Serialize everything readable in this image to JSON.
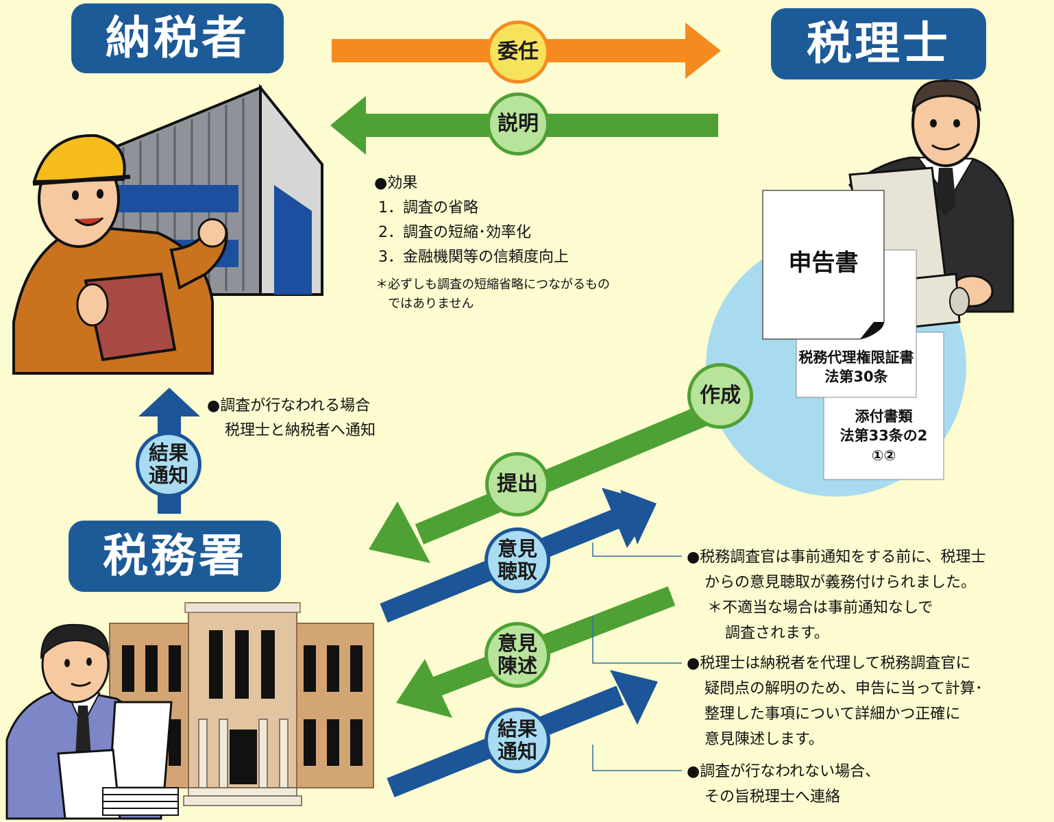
{
  "roles": {
    "taxpayer": "納税者",
    "tax_accountant": "税理士",
    "tax_office": "税務署"
  },
  "arrows": {
    "entrust": "委任",
    "explain": "説明",
    "create": "作成",
    "submit": "提出",
    "hearing": "意見\n聴取",
    "statement": "意見\n陳述",
    "result_notice_office": "結果\n通知",
    "result_notice_taxpayer": "結果\n通知"
  },
  "documents": {
    "return": "申告書",
    "power_of_attorney": "税務代理権限証書\n法第30条",
    "attachments": "添付書類\n法第33条の2\n①②"
  },
  "effects": {
    "heading": "●効果",
    "items": [
      "1．調査の省略",
      "2．調査の短縮･効率化",
      "3．金融機関等の信頼度向上"
    ],
    "note_line1": "＊必ずしも調査の短縮省略につながるもの",
    "note_line2": "ではありません"
  },
  "investigation_notice": {
    "line1": "●調査が行なわれる場合",
    "line2": "税理士と納税者へ通知"
  },
  "notes": {
    "hearing": {
      "line1": "●税務調査官は事前通知をする前に、税理士",
      "line2": "からの意見聴取が義務付けられました。",
      "line3": "＊不適当な場合は事前通知なしで",
      "line4": "調査されます。"
    },
    "statement": {
      "line1": "●税理士は納税者を代理して税務調査官に",
      "line2": "疑問点の解明のため、申告に当って計算･",
      "line3": "整理した事項について詳細かつ正確に",
      "line4": "意見陳述します。"
    },
    "no_investigation": {
      "line1": "●調査が行なわれない場合、",
      "line2": "その旨税理士へ連絡"
    }
  },
  "icons": [
    "taxpayer-worker-icon",
    "factory-icon",
    "tax-accountant-icon",
    "computer-icon",
    "tax-office-building-icon",
    "tax-officer-icon"
  ],
  "colors": {
    "background": "#fdfbd0",
    "role_box": "#1d5a98",
    "orange_arrow": "#f58a1f",
    "green_arrow": "#4ea134",
    "blue_arrow": "#1c5598",
    "green_pill": "#b7e39a",
    "blue_pill": "#a9dcf2",
    "circle": "#a8dbef"
  }
}
